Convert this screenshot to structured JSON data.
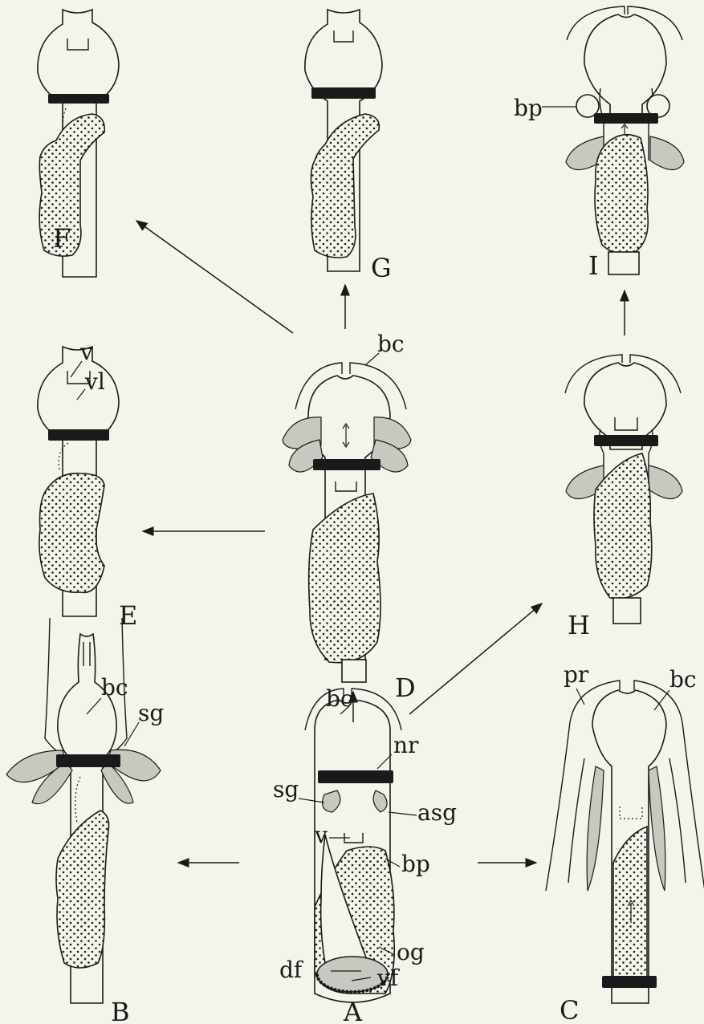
{
  "panels": [
    "A",
    "B",
    "C",
    "D",
    "E",
    "F",
    "G",
    "H",
    "I"
  ],
  "abbreviations": {
    "bc": "bc",
    "sg": "sg",
    "nr": "nr",
    "v": "v",
    "asg": "asg",
    "bp": "bp",
    "og": "og",
    "df": "df",
    "vf": "vf",
    "pr": "pr",
    "vl": "vl"
  },
  "colors": {
    "background": "#f4f4ea",
    "ink": "#1a1a1a",
    "lobe": "#c8c8c0"
  }
}
